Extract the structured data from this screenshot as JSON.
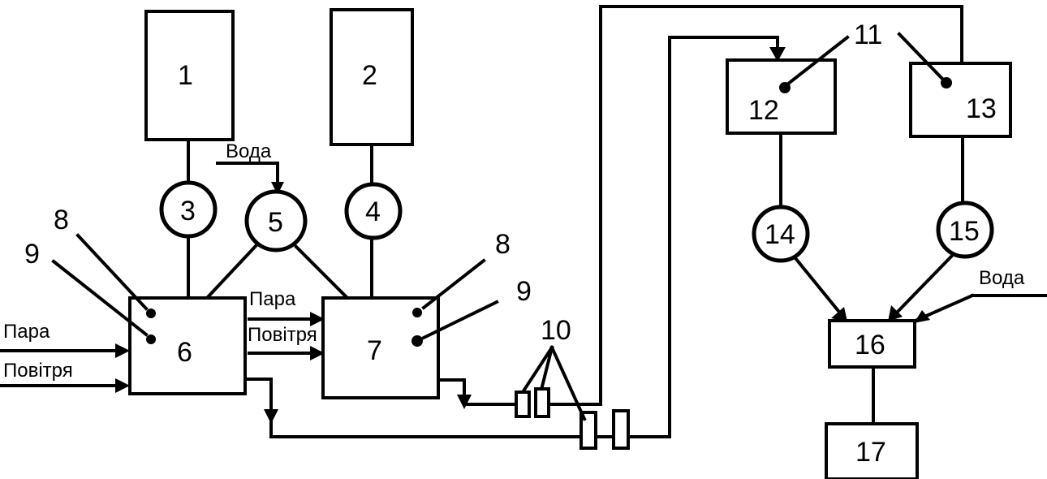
{
  "units": {
    "u1": "1",
    "u2": "2",
    "u3": "3",
    "u4": "4",
    "u5": "5",
    "u6": "6",
    "u7": "7",
    "u12": "12",
    "u13": "13",
    "u14": "14",
    "u15": "15",
    "u16": "16",
    "u17": "17"
  },
  "callouts": {
    "c8_left": "8",
    "c9_left": "9",
    "c8_right": "8",
    "c9_right": "9",
    "c10": "10",
    "c11": "11"
  },
  "flows": {
    "water_top": "Вода",
    "steam_left": "Пара",
    "air_left": "Повітря",
    "steam_mid": "Пара",
    "air_mid": "Повітря",
    "water_right": "Вода"
  }
}
